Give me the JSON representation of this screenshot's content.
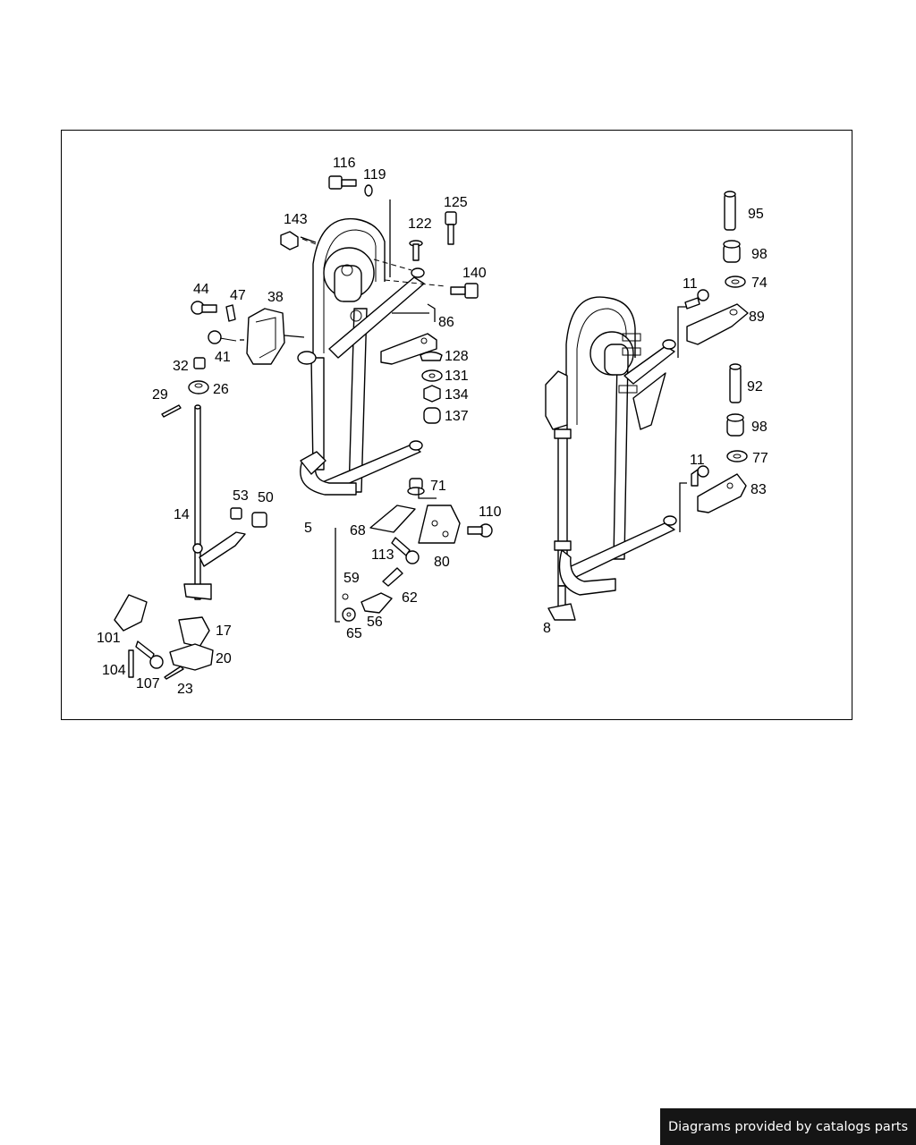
{
  "labels": [
    {
      "id": "116",
      "text": "116"
    },
    {
      "id": "119",
      "text": "119"
    },
    {
      "id": "125",
      "text": "125"
    },
    {
      "id": "122",
      "text": "122"
    },
    {
      "id": "143",
      "text": "143"
    },
    {
      "id": "140",
      "text": "140"
    },
    {
      "id": "44",
      "text": "44"
    },
    {
      "id": "47",
      "text": "47"
    },
    {
      "id": "38",
      "text": "38"
    },
    {
      "id": "86",
      "text": "86"
    },
    {
      "id": "41",
      "text": "41"
    },
    {
      "id": "128",
      "text": "128"
    },
    {
      "id": "32",
      "text": "32"
    },
    {
      "id": "131",
      "text": "131"
    },
    {
      "id": "29",
      "text": "29"
    },
    {
      "id": "26",
      "text": "26"
    },
    {
      "id": "134",
      "text": "134"
    },
    {
      "id": "137",
      "text": "137"
    },
    {
      "id": "71",
      "text": "71"
    },
    {
      "id": "53",
      "text": "53"
    },
    {
      "id": "50",
      "text": "50"
    },
    {
      "id": "110",
      "text": "110"
    },
    {
      "id": "14",
      "text": "14"
    },
    {
      "id": "5",
      "text": "5"
    },
    {
      "id": "68",
      "text": "68"
    },
    {
      "id": "113",
      "text": "113"
    },
    {
      "id": "80",
      "text": "80"
    },
    {
      "id": "59",
      "text": "59"
    },
    {
      "id": "62",
      "text": "62"
    },
    {
      "id": "56",
      "text": "56"
    },
    {
      "id": "65",
      "text": "65"
    },
    {
      "id": "17",
      "text": "17"
    },
    {
      "id": "101",
      "text": "101"
    },
    {
      "id": "20",
      "text": "20"
    },
    {
      "id": "104",
      "text": "104"
    },
    {
      "id": "107",
      "text": "107"
    },
    {
      "id": "23",
      "text": "23"
    },
    {
      "id": "95",
      "text": "95"
    },
    {
      "id": "98a",
      "text": "98"
    },
    {
      "id": "74",
      "text": "74"
    },
    {
      "id": "11a",
      "text": "11"
    },
    {
      "id": "89",
      "text": "89"
    },
    {
      "id": "92",
      "text": "92"
    },
    {
      "id": "98b",
      "text": "98"
    },
    {
      "id": "77",
      "text": "77"
    },
    {
      "id": "11b",
      "text": "11"
    },
    {
      "id": "83",
      "text": "83"
    },
    {
      "id": "8",
      "text": "8"
    }
  ],
  "watermark": "Diagrams provided by catalogs parts"
}
